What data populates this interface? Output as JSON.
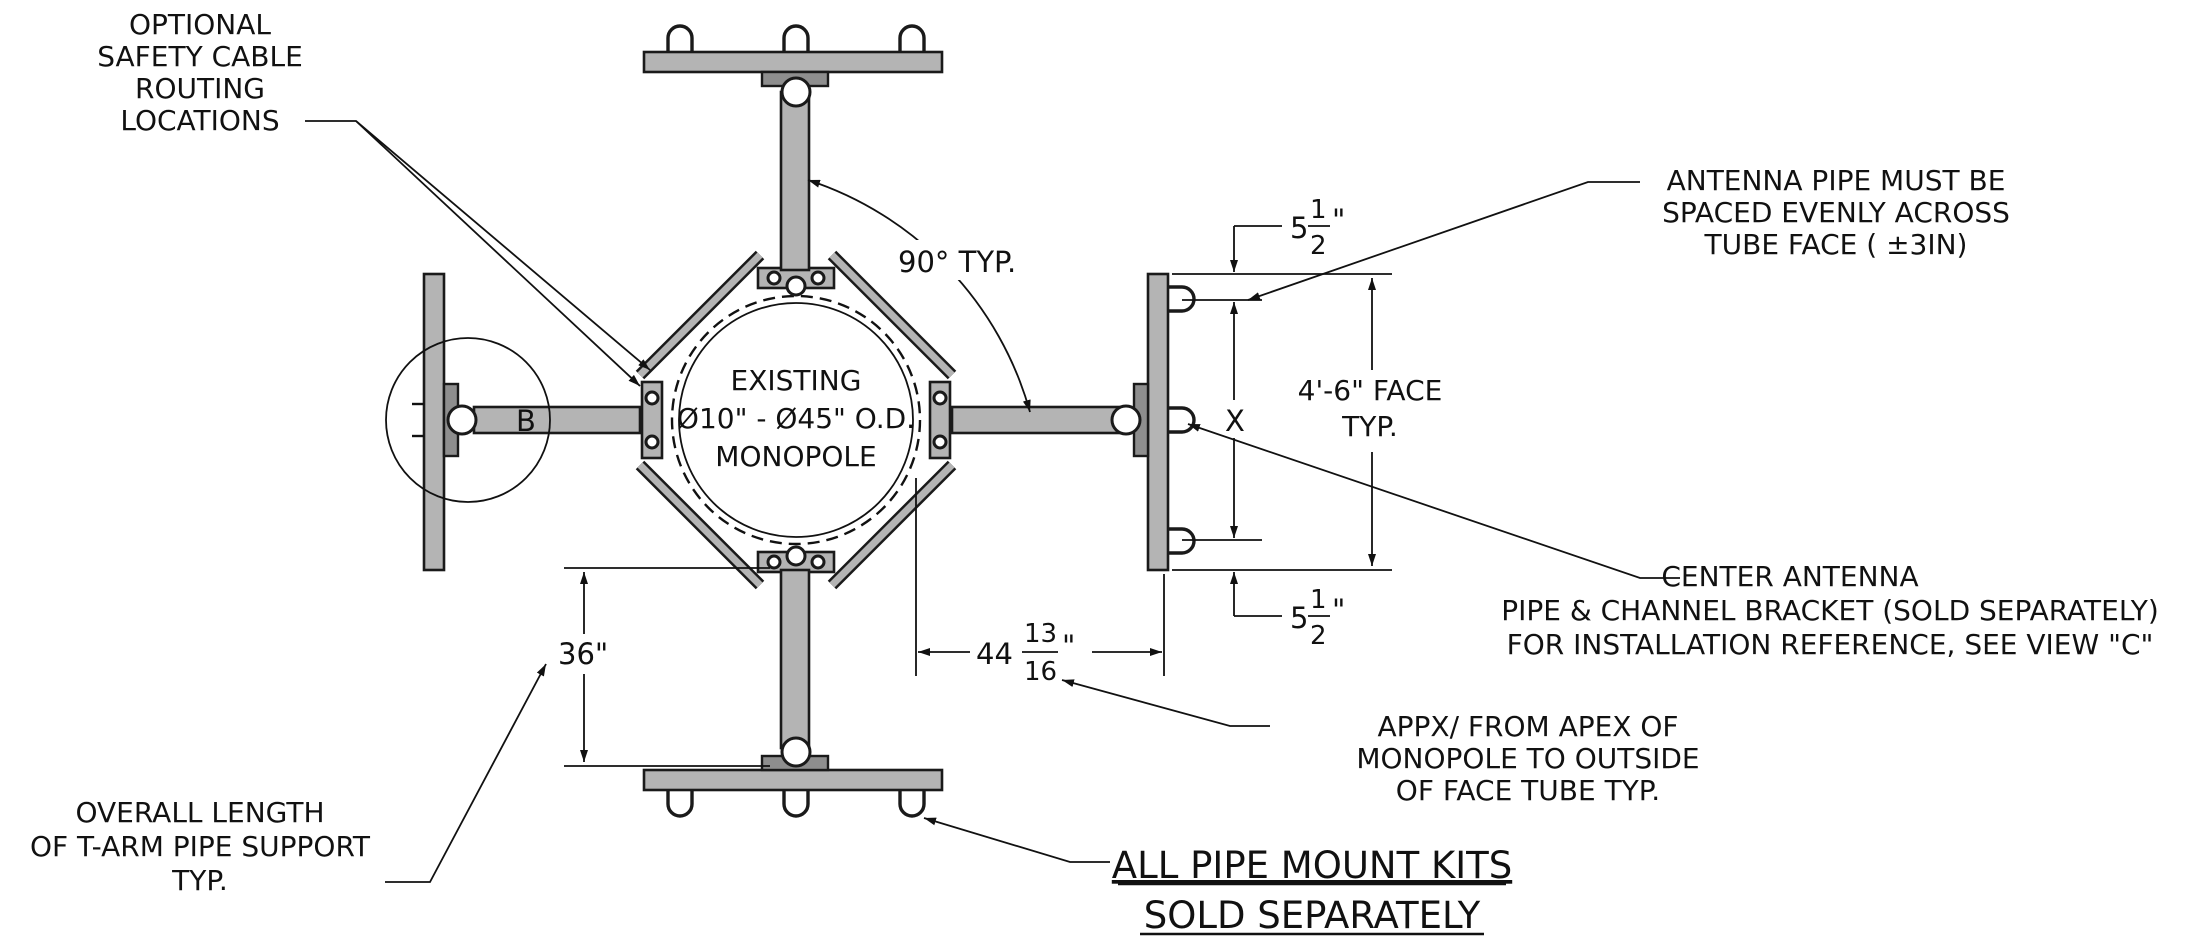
{
  "callouts": {
    "safety_cable": [
      "OPTIONAL",
      "SAFETY CABLE",
      "ROUTING",
      "LOCATIONS"
    ],
    "antenna_pipe": [
      "ANTENNA PIPE MUST BE",
      "SPACED EVENLY ACROSS",
      "TUBE FACE ( ±3IN)"
    ],
    "existing": [
      "EXISTING",
      "Ø10\" - Ø45\" O.D.",
      "MONOPOLE"
    ],
    "face": [
      "4'-6\" FACE",
      "TYP."
    ],
    "center_antenna": [
      "CENTER ANTENNA",
      "PIPE & CHANNEL BRACKET (SOLD SEPARATELY)",
      "FOR INSTALLATION REFERENCE, SEE VIEW \"C\""
    ],
    "apex": [
      "APPX/ FROM APEX OF",
      "MONOPOLE TO OUTSIDE",
      "OF FACE TUBE TYP."
    ],
    "overall_length": [
      "OVERALL LENGTH",
      "OF T-ARM PIPE SUPPORT",
      "TYP."
    ],
    "pipe_kits": [
      "ALL PIPE MOUNT KITS",
      "SOLD SEPARATELY"
    ]
  },
  "dimensions": {
    "angle": "90° TYP.",
    "x_label": "X",
    "detail_b": "B",
    "top_spacing": {
      "whole": "5",
      "num": "1",
      "den": "2",
      "unit": "\""
    },
    "bottom_spacing": {
      "whole": "5",
      "num": "1",
      "den": "2",
      "unit": "\""
    },
    "apex_distance": {
      "whole": "44",
      "num": "13",
      "den": "16",
      "unit": "\""
    },
    "arm_length": "36\""
  }
}
